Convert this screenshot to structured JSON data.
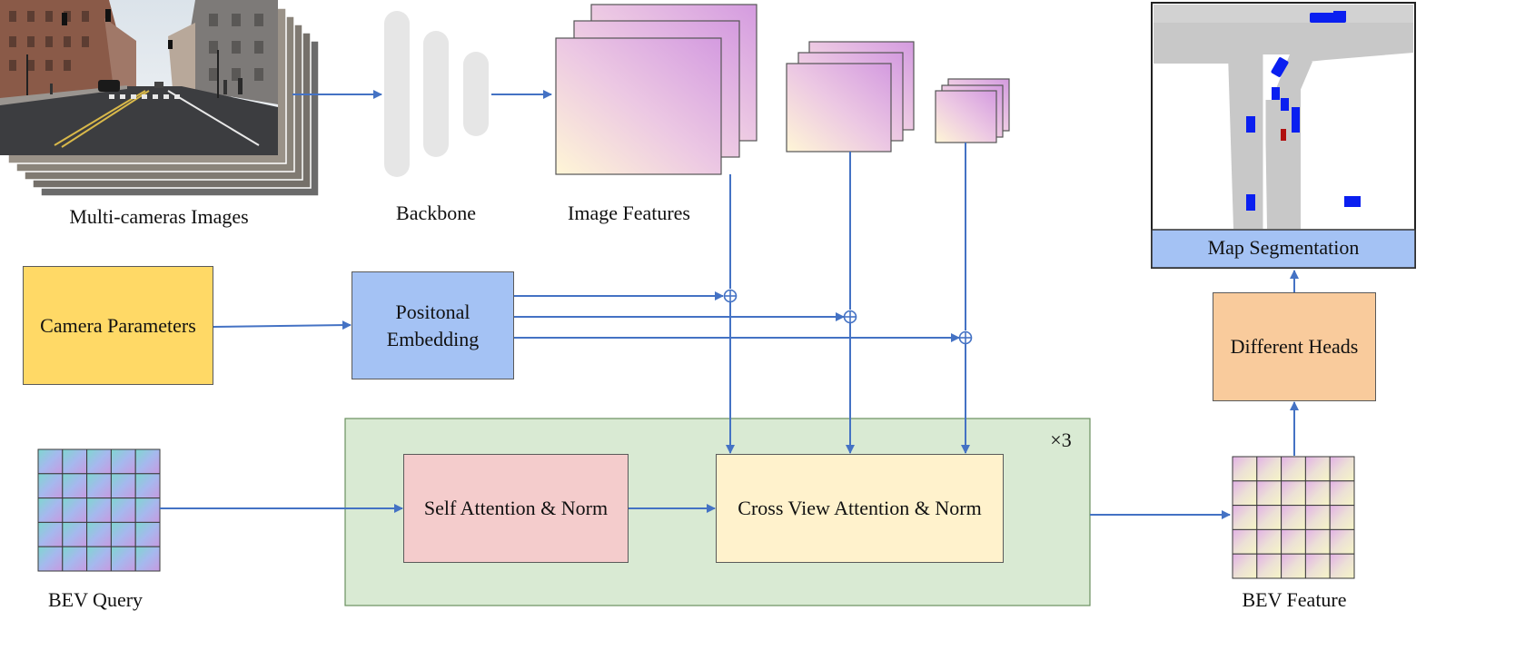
{
  "labels": {
    "multi_camera_images": "Multi-cameras Images",
    "backbone": "Backbone",
    "image_features": "Image Features",
    "bev_query": "BEV Query",
    "bev_feature": "BEV Feature",
    "repeat": "×3"
  },
  "blocks": {
    "camera_parameters": "Camera Parameters",
    "positional_embedding_line1": "Positonal",
    "positional_embedding_line2": "Embedding",
    "self_attention": "Self Attention & Norm",
    "cross_view_attention": "Cross View Attention & Norm",
    "different_heads": "Different Heads",
    "map_segmentation": "Map Segmentation"
  },
  "colors": {
    "arrow": "#4472c4",
    "camera_parameters": "#ffd966",
    "positional_embedding": "#a4c2f4",
    "transformer_block": "#d9ead3",
    "self_attention": "#f4cccc",
    "cross_view_attention": "#fff2cc",
    "different_heads": "#f9cb9c",
    "map_segmentation_bar": "#a4c2f4",
    "backbone": "#e6e6e6",
    "road_gray": "#c8c8c8",
    "vehicle_blue": "#0a1ff0",
    "ego_red": "#b01010"
  }
}
